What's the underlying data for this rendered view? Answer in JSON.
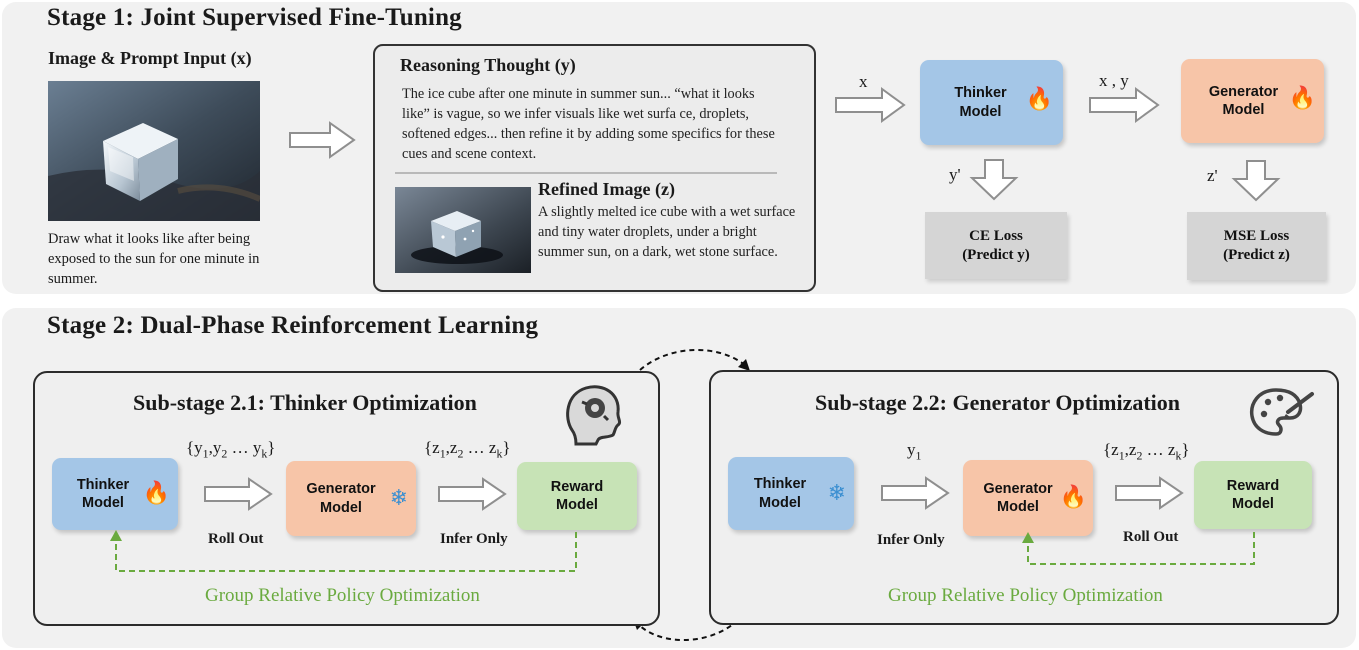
{
  "stage1": {
    "title": "Stage 1: Joint Supervised Fine-Tuning",
    "input_heading": "Image & Prompt Input (x)",
    "prompt_text": "Draw what it looks like  after being exposed to the sun for one minute in summer.",
    "reasoning_heading": "Reasoning Thought (y)",
    "reasoning_text": "The ice cube after one minute in summer sun... “what it looks like” is vague,  so we infer visuals  like wet  surfa ce,  droplets,  softened edges... then refine it  by  adding some specifics for  these cues and scene context.",
    "refined_heading": "Refined Image (z)",
    "refined_text": "A  slightly melted ice cube with a  wet surface and tiny water droplets,  under a bright summer sun,   on a dark,   wet stone surface.",
    "arrow_x": "x",
    "arrow_xy": "x , y",
    "thinker_label": "Thinker\nModel",
    "generator_label": "Generator\nModel",
    "y_prime": "y'",
    "z_prime": "z'",
    "ce_loss": "CE Loss\n(Predict y)",
    "mse_loss": "MSE Loss\n(Predict z)"
  },
  "stage2": {
    "title": "Stage 2: Dual-Phase Reinforcement Learning",
    "sub1": {
      "title": "Sub-stage 2.1: Thinker  Optimization",
      "thinker_label": "Thinker\nModel",
      "generator_label": "Generator\nModel",
      "reward_label": "Reward\nModel",
      "rollout_set": "{y1,y2 … yk}",
      "infer_set": "{z1,z2 … zk}",
      "roll_out": "Roll Out",
      "infer_only": "Infer Only",
      "grpo": "Group Relative Policy Optimization"
    },
    "sub2": {
      "title": "Sub-stage 2.2: Generator Optimization",
      "thinker_label": "Thinker\nModel",
      "generator_label": "Generator\nModel",
      "reward_label": "Reward\nModel",
      "y1": "y1",
      "rollout_set": "{z1,z2 … zk}",
      "infer_only": "Infer Only",
      "roll_out": "Roll Out",
      "grpo": "Group Relative Policy Optimization"
    }
  },
  "colors": {
    "thinker": "#a4c6e7",
    "generator": "#f7c5a8",
    "reward": "#c7e3b6",
    "loss": "#d5d5d5",
    "grpo": "#6aaa3f"
  },
  "icons": {
    "trainable": "flame-icon",
    "frozen": "snowflake-icon",
    "thinker": "head-gear-icon",
    "generator": "palette-icon"
  }
}
